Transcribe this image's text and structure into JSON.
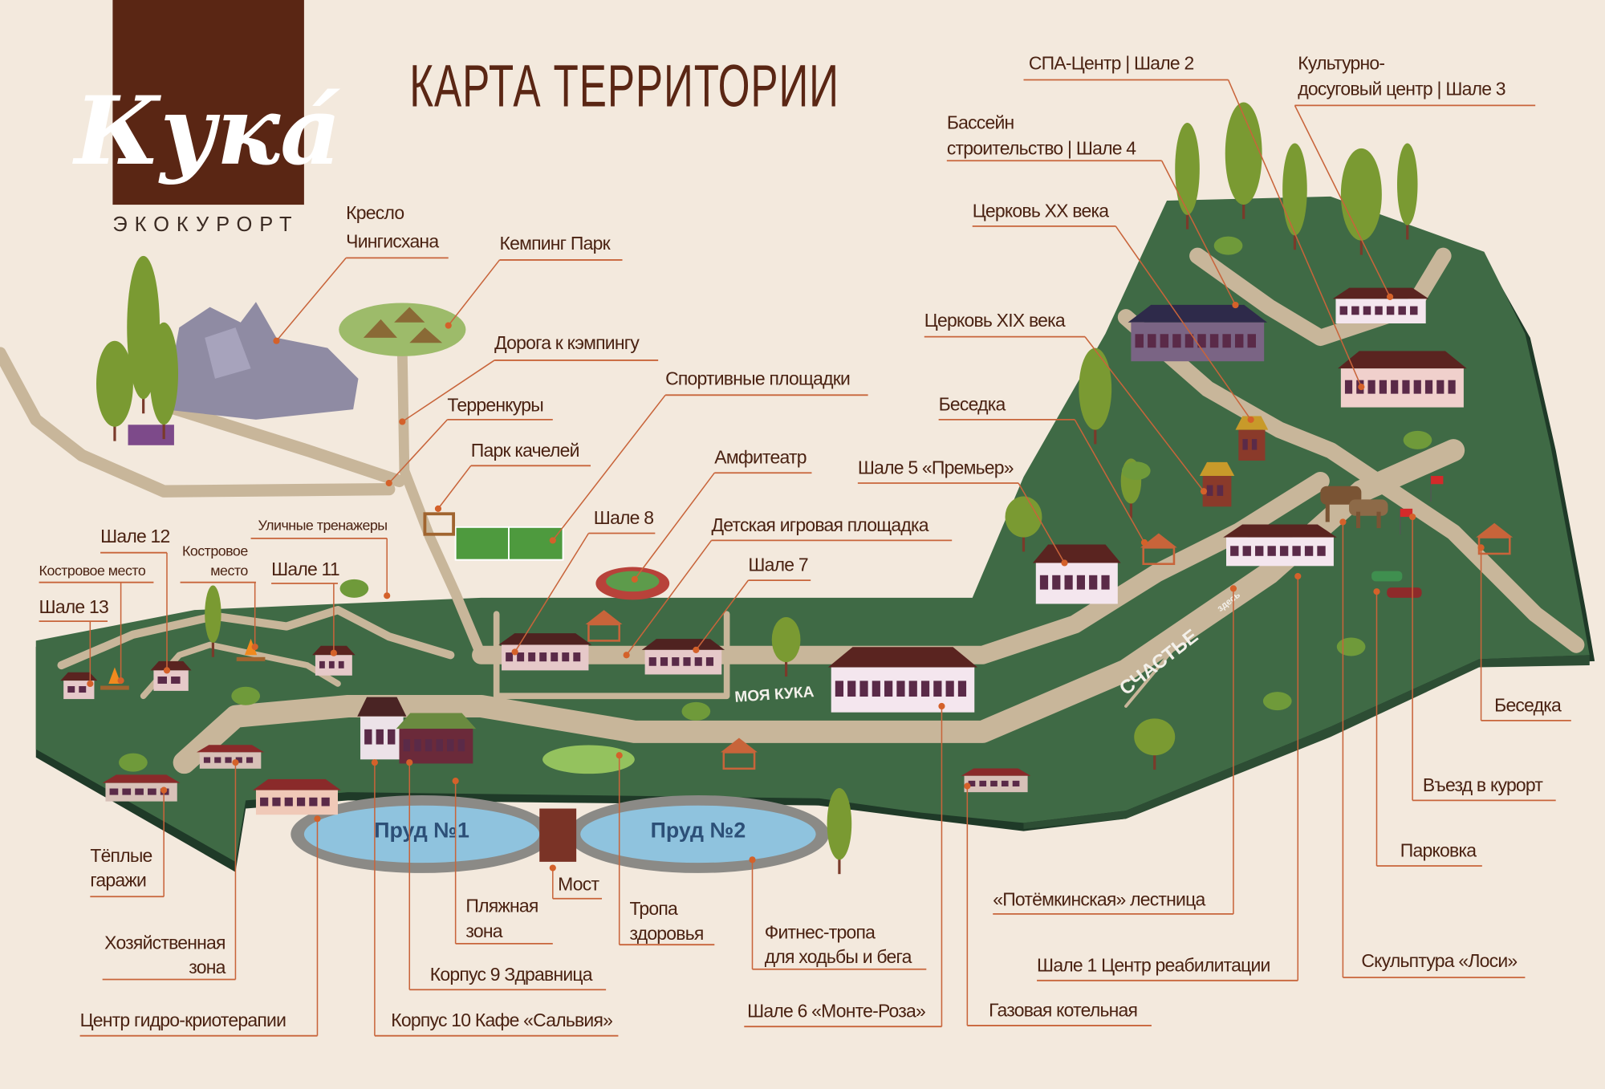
{
  "header": {
    "logo_word": "Кука́",
    "logo_subtitle": "ЭКОКУРОРТ",
    "title": "КАРТА  ТЕРРИТОРИИ"
  },
  "map_signs": {
    "pond1": "Пруд №1",
    "pond2": "Пруд №2",
    "moya_kuka": "МОЯ КУКА",
    "schastie": "СЧАСТЬЕ",
    "zdes": "здесь"
  },
  "labels": {
    "kreslo": [
      "Кресло",
      "Чингисхана"
    ],
    "kemping": [
      "Кемпинг Парк"
    ],
    "doroga": [
      "Дорога к кэмпингу"
    ],
    "terrenkury": [
      "Терренкуры"
    ],
    "kacheli": [
      "Парк качелей"
    ],
    "sport": [
      "Спортивные площадки"
    ],
    "amfi": [
      "Амфитеатр"
    ],
    "shale8": [
      "Шале 8"
    ],
    "detskaya": [
      "Детская игровая площадка"
    ],
    "shale7": [
      "Шале 7"
    ],
    "trenazhery": [
      "Уличные тренажеры"
    ],
    "shale12": [
      "Шале 12"
    ],
    "kostr1": [
      "Костровое место"
    ],
    "shale13": [
      "Шале 13"
    ],
    "kostr2": [
      "Костровое",
      "место"
    ],
    "shale11": [
      "Шале 11"
    ],
    "garazhi": [
      "Тёплые",
      "гаражи"
    ],
    "hoz": [
      "Хозяйственная",
      "зона"
    ],
    "gidro": [
      "Центр гидро-криотерапии"
    ],
    "korpus10": [
      "Корпус 10 Кафе «Сальвия»"
    ],
    "korpus9": [
      "Корпус 9 Здравница"
    ],
    "plyazh": [
      "Пляжная",
      "зона"
    ],
    "most": [
      "Мост"
    ],
    "tropa": [
      "Тропа",
      "здоровья"
    ],
    "fitnes": [
      "Фитнес-тропа",
      "для ходьбы и бега"
    ],
    "shale6": [
      "Шале 6 «Монте-Роза»"
    ],
    "gaz": [
      "Газовая котельная"
    ],
    "potemkin": [
      "«Потёмкинская» лестница"
    ],
    "shale1": [
      "Шале 1  Центр реабилитации"
    ],
    "losi": [
      "Скульптура «Лоси»"
    ],
    "parkovka": [
      "Парковка"
    ],
    "vyezd": [
      "Въезд в курорт"
    ],
    "besedka2": [
      "Беседка"
    ],
    "spa": [
      "СПА-Центр  | Шале 2"
    ],
    "kult": [
      "Культурно-",
      "досуговый центр  | Шале 3"
    ],
    "bassein": [
      "Бассейн",
      "строительство | Шале 4"
    ],
    "cerkov20": [
      "Церковь XX века"
    ],
    "cerkov19": [
      "Церковь XIX века"
    ],
    "besedka1": [
      "Беседка"
    ],
    "premier": [
      "Шале 5 «Премьер»"
    ]
  },
  "colors": {
    "background": "#f3e9dd",
    "brand": "#5a2614",
    "grass": "#3f6a45",
    "road": "#c8b69a",
    "leader": "#c8643a",
    "water": "#8fc3de"
  }
}
